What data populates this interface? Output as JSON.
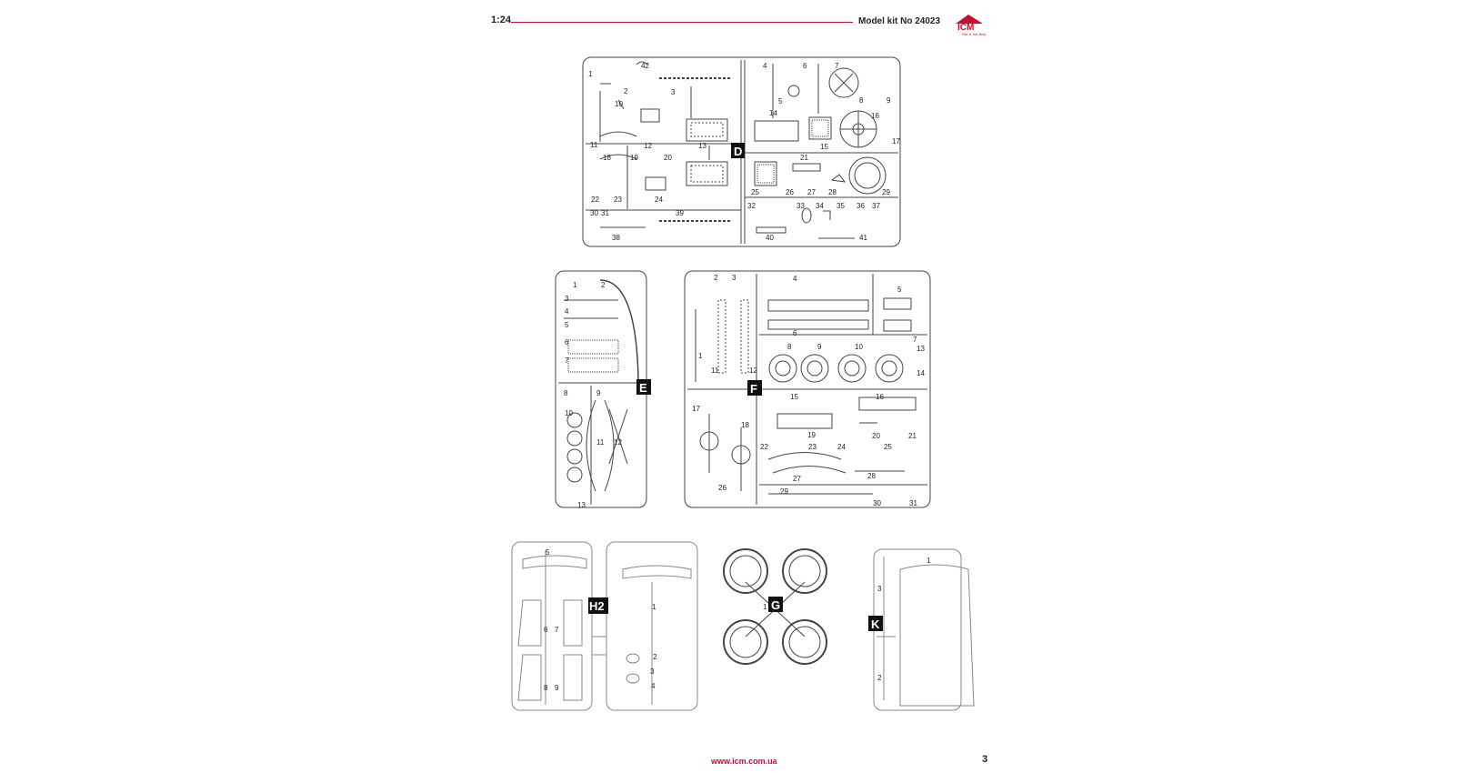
{
  "header": {
    "scale": "1:24",
    "kit_label": "Model kit No 24023",
    "brand": "ICM",
    "brand_tagline": "This is the Best"
  },
  "footer": {
    "url": "www.icm.com.ua",
    "page_number": "3"
  },
  "colors": {
    "accent_red": "#c8102e",
    "line": "#444444",
    "sprue_letter_bg": "#111111"
  },
  "sprues": {
    "D": {
      "letter": "D",
      "part_numbers": [
        "1",
        "2",
        "3",
        "4",
        "5",
        "6",
        "7",
        "8",
        "9",
        "10",
        "11",
        "12",
        "13",
        "14",
        "15",
        "16",
        "17",
        "18",
        "19",
        "20",
        "21",
        "22",
        "23",
        "24",
        "25",
        "26",
        "27",
        "28",
        "29",
        "30",
        "31",
        "32",
        "33",
        "34",
        "35",
        "36",
        "37",
        "38",
        "39",
        "40",
        "41",
        "42"
      ]
    },
    "E": {
      "letter": "E",
      "part_numbers": [
        "1",
        "2",
        "3",
        "4",
        "5",
        "6",
        "7",
        "8",
        "9",
        "10",
        "11",
        "12",
        "13"
      ]
    },
    "F": {
      "letter": "F",
      "part_numbers": [
        "1",
        "2",
        "3",
        "4",
        "5",
        "6",
        "7",
        "8",
        "9",
        "10",
        "11",
        "12",
        "13",
        "14",
        "15",
        "16",
        "17",
        "18",
        "19",
        "20",
        "21",
        "22",
        "23",
        "24",
        "25",
        "26",
        "27",
        "28",
        "29",
        "30",
        "31"
      ]
    },
    "H2": {
      "letter": "H2",
      "part_numbers": [
        "1",
        "2",
        "3",
        "4",
        "5",
        "6",
        "7",
        "8",
        "9"
      ]
    },
    "G": {
      "letter": "G",
      "part_numbers": [
        "1"
      ]
    },
    "K": {
      "letter": "K",
      "part_numbers": [
        "1",
        "2",
        "3"
      ]
    }
  }
}
